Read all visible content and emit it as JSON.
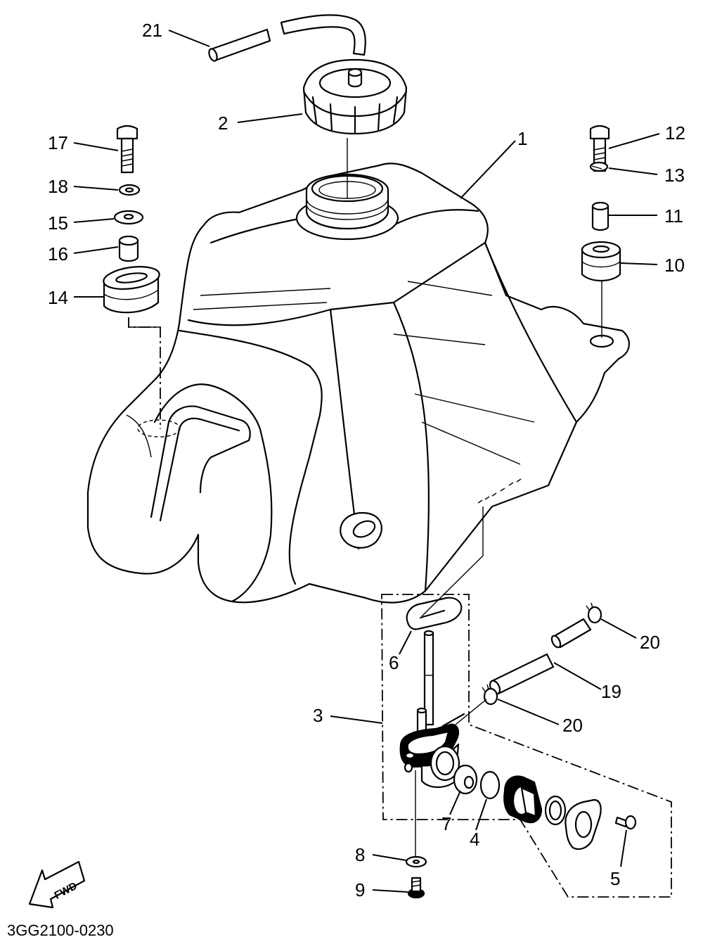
{
  "part_labels": {
    "p1": "1",
    "p2": "2",
    "p3": "3",
    "p4": "4",
    "p5": "5",
    "p6": "6",
    "p7": "7",
    "p8": "8",
    "p9": "9",
    "p10": "10",
    "p11": "11",
    "p12": "12",
    "p13": "13",
    "p14": "14",
    "p15": "15",
    "p16": "16",
    "p17": "17",
    "p18": "18",
    "p19": "19",
    "p20a": "20",
    "p20b": "20",
    "p21": "21"
  },
  "fwd_label": "FWD",
  "diagram_code": "3GG2100-0230"
}
